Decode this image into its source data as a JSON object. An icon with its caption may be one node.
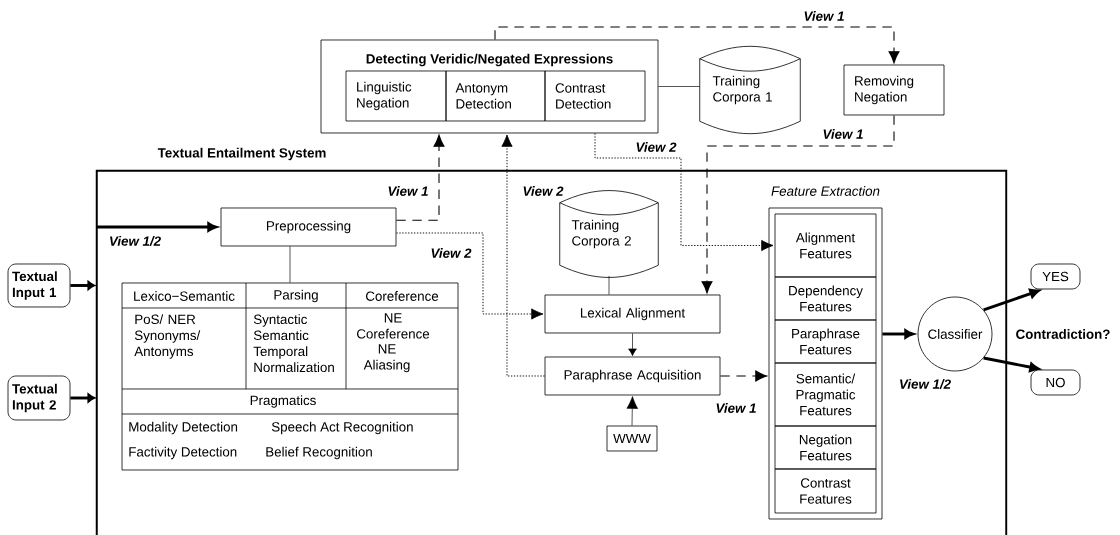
{
  "diagram": {
    "nodes": [
      {
        "text": [
          "Detecting Veridic/Negated Expressions"
        ]
      },
      {
        "text": [
          "Linguistic Negation"
        ],
        "in": 0
      },
      {
        "text": [
          "Antonym Detection"
        ],
        "in": 0
      },
      {
        "text": [
          "Contrast Detection"
        ],
        "in": 0
      },
      {
        "text": [
          "Training Corpora 1"
        ]
      },
      {
        "text": [
          "Removing Negation"
        ]
      },
      {
        "text": [
          "Textual Entailment System"
        ]
      },
      {
        "text": [
          "Preprocessing"
        ],
        "in": 6
      },
      {
        "text": [
          "Lexico−Semantic",
          "Parsing",
          "Coreference",
          "PoS/ NER Synonyms/ Antonyms",
          "Syntactic Semantic Temporal Normalization",
          "NE Coreference",
          "NE Aliasing",
          "Pragmatics",
          "Modality Detection",
          "Speech Act Recognition",
          "Factivity Detection",
          "Belief Recognition"
        ],
        "in": 6
      },
      {
        "text": [
          "Training Corpora 2"
        ],
        "in": 6
      },
      {
        "text": [
          "Lexical Alignment"
        ],
        "in": 6
      },
      {
        "text": [
          "Paraphrase Acquisition"
        ],
        "in": 6
      },
      {
        "text": [
          "WWW"
        ],
        "in": 6
      },
      {
        "text": [
          "Feature Extraction"
        ],
        "in": 6
      },
      {
        "text": [
          "Alignment Features"
        ],
        "in": 13
      },
      {
        "text": [
          "Dependency Features"
        ],
        "in": 13
      },
      {
        "text": [
          "Paraphrase Features"
        ],
        "in": 13
      },
      {
        "text": [
          "Semantic/ Pragmatic Features"
        ],
        "in": 13
      },
      {
        "text": [
          "Negation Features"
        ],
        "in": 13
      },
      {
        "text": [
          "Contrast Features"
        ],
        "in": 13
      },
      {
        "text": [
          "Classifier"
        ],
        "in": 6
      },
      {
        "text": [
          "Textual Input 1"
        ]
      },
      {
        "text": [
          "Textual Input 2"
        ]
      },
      {
        "text": [
          "YES"
        ]
      },
      {
        "text": [
          "NO"
        ]
      }
    ],
    "edges": [
      {
        "from": 21,
        "to": 6,
        "arrow": "to",
        "style": "thick"
      },
      {
        "from": 22,
        "to": 6,
        "arrow": "to",
        "style": "thick"
      },
      {
        "from": 6,
        "to": 7,
        "arrow": "to",
        "style": "thick",
        "label": "View 1/2"
      },
      {
        "from": 7,
        "to": 0,
        "arrow": "to",
        "style": "dashed",
        "label": "View 1"
      },
      {
        "from": 7,
        "to": 10,
        "arrow": "to",
        "style": "dashed",
        "label": "View 2"
      },
      {
        "from": 11,
        "to": 0,
        "arrow": "to",
        "style": "dashed",
        "label": "View 2"
      },
      {
        "from": 0,
        "to": 5,
        "arrow": "to",
        "style": "dashed",
        "label": "View 1"
      },
      {
        "from": 5,
        "to": 10,
        "arrow": "to",
        "style": "dashed",
        "label": "View 1"
      },
      {
        "from": 0,
        "to": 14,
        "arrow": "to",
        "style": "dashed",
        "label": "View 2"
      },
      {
        "from": 0,
        "to": 4,
        "arrow": "none"
      },
      {
        "from": 9,
        "to": 10,
        "arrow": "none"
      },
      {
        "from": 10,
        "to": 11,
        "arrow": "to"
      },
      {
        "from": 12,
        "to": 11,
        "arrow": "to"
      },
      {
        "from": 11,
        "to": 13,
        "arrow": "to",
        "style": "dashed",
        "label": "View 1"
      },
      {
        "from": 13,
        "to": 20,
        "arrow": "to",
        "style": "thick",
        "label": "View 1/2"
      },
      {
        "from": 20,
        "to": 23,
        "arrow": "to",
        "style": "thick"
      },
      {
        "from": 20,
        "to": 24,
        "arrow": "to",
        "style": "thick"
      },
      {
        "from": 7,
        "to": 8,
        "arrow": "none"
      }
    ],
    "labels": [
      "Contradiction?"
    ]
  }
}
